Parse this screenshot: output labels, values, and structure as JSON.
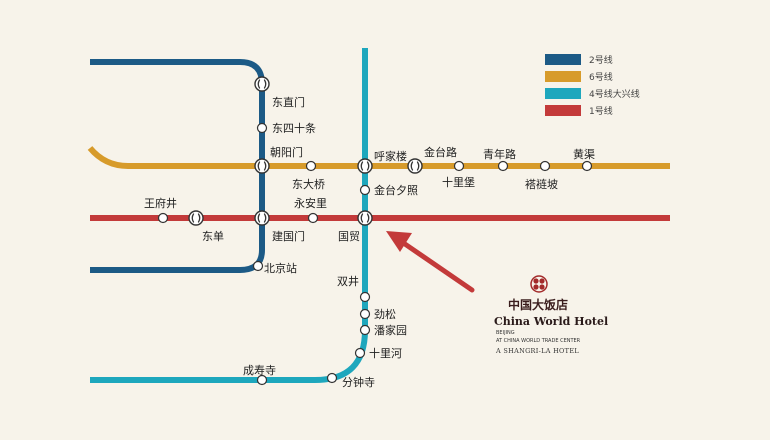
{
  "colors": {
    "background": "#f7f3ea",
    "line2": "#1c5a86",
    "line6": "#d79b2b",
    "line4": "#1ea7bd",
    "line1": "#c33a3a",
    "arrow": "#c33a3a"
  },
  "legend": [
    {
      "label": "2号线",
      "color": "#1c5a86"
    },
    {
      "label": "6号线",
      "color": "#d79b2b"
    },
    {
      "label": "4号线大兴线",
      "color": "#1ea7bd"
    },
    {
      "label": "1号线",
      "color": "#c33a3a"
    }
  ],
  "stations": {
    "dongzhimen": "东直门",
    "dongsishitiao": "东四十条",
    "chaoyangmen": "朝阳门",
    "jianguomen": "建国门",
    "beijingzhan": "北京站",
    "dongdaqiao": "东大桥",
    "hujialou": "呼家楼",
    "jintailu": "金台路",
    "shilipu": "十里堡",
    "qingnianlu": "青年路",
    "dalianpo": "褡裢坡",
    "huangqu": "黄渠",
    "jintaixizhao": "金台夕照",
    "yonganli": "永安里",
    "guomao": "国贸",
    "wangfujing": "王府井",
    "dongdan": "东单",
    "shuangjing": "双井",
    "jinsong": "劲松",
    "panjiayuan": "潘家园",
    "shilihe": "十里河",
    "fenzhongsi": "分钟寺",
    "chengshousi": "成寿寺"
  },
  "hotel": {
    "name_cn": "中国大饭店",
    "name_en": "China World Hotel",
    "city": "BEIJING",
    "subtitle": "AT CHINA WORLD TRADE CENTER",
    "brand": "A SHANGRI-LA HOTEL"
  }
}
